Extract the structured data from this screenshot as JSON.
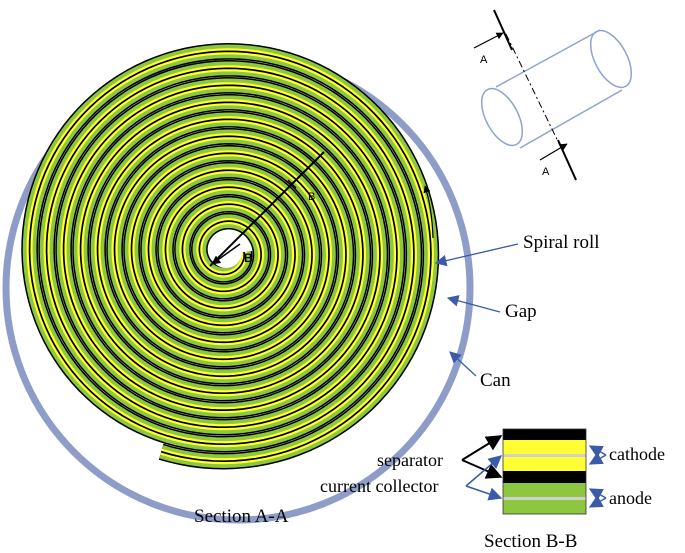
{
  "labels": {
    "spiral_roll": "Spiral  roll",
    "gap": "Gap",
    "can": "Can",
    "section_aa": "Section A-A",
    "section_bb": "Section B-B",
    "separator": "separator",
    "current_collector": "current collector",
    "cathode": "cathode",
    "anode": "anode",
    "a_top": "A",
    "a_bottom": "A",
    "b_center": "B",
    "b_radial": "B"
  },
  "colors": {
    "can": "#8e9cc8",
    "cathode": "#ffff33",
    "anode": "#8dc63f",
    "outline": "#000000",
    "arrow_blue": "#3a5ba8",
    "cylinder": "#8fa2cf",
    "collector": "#d0d0d0"
  }
}
